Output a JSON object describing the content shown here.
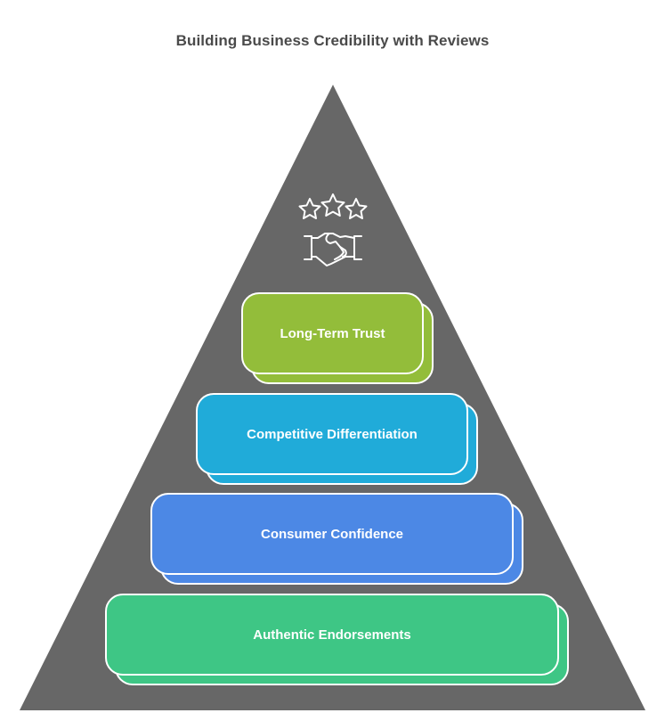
{
  "title": "Building Business Credibility with Reviews",
  "colors": {
    "pyramid": "#676767",
    "outline": "#ffffff",
    "title_text": "#4a4a4a"
  },
  "apex_icon": {
    "name": "stars-handshake-icon",
    "description": "three outlined stars above a handshake"
  },
  "tiers": [
    {
      "label": "Long-Term Trust",
      "color": "#93bd3a",
      "level": "top"
    },
    {
      "label": "Competitive Differentiation",
      "color": "#20abd9",
      "level": "upper-middle"
    },
    {
      "label": "Consumer Confidence",
      "color": "#4c88e5",
      "level": "lower-middle"
    },
    {
      "label": "Authentic Endorsements",
      "color": "#3ec685",
      "level": "base"
    }
  ]
}
